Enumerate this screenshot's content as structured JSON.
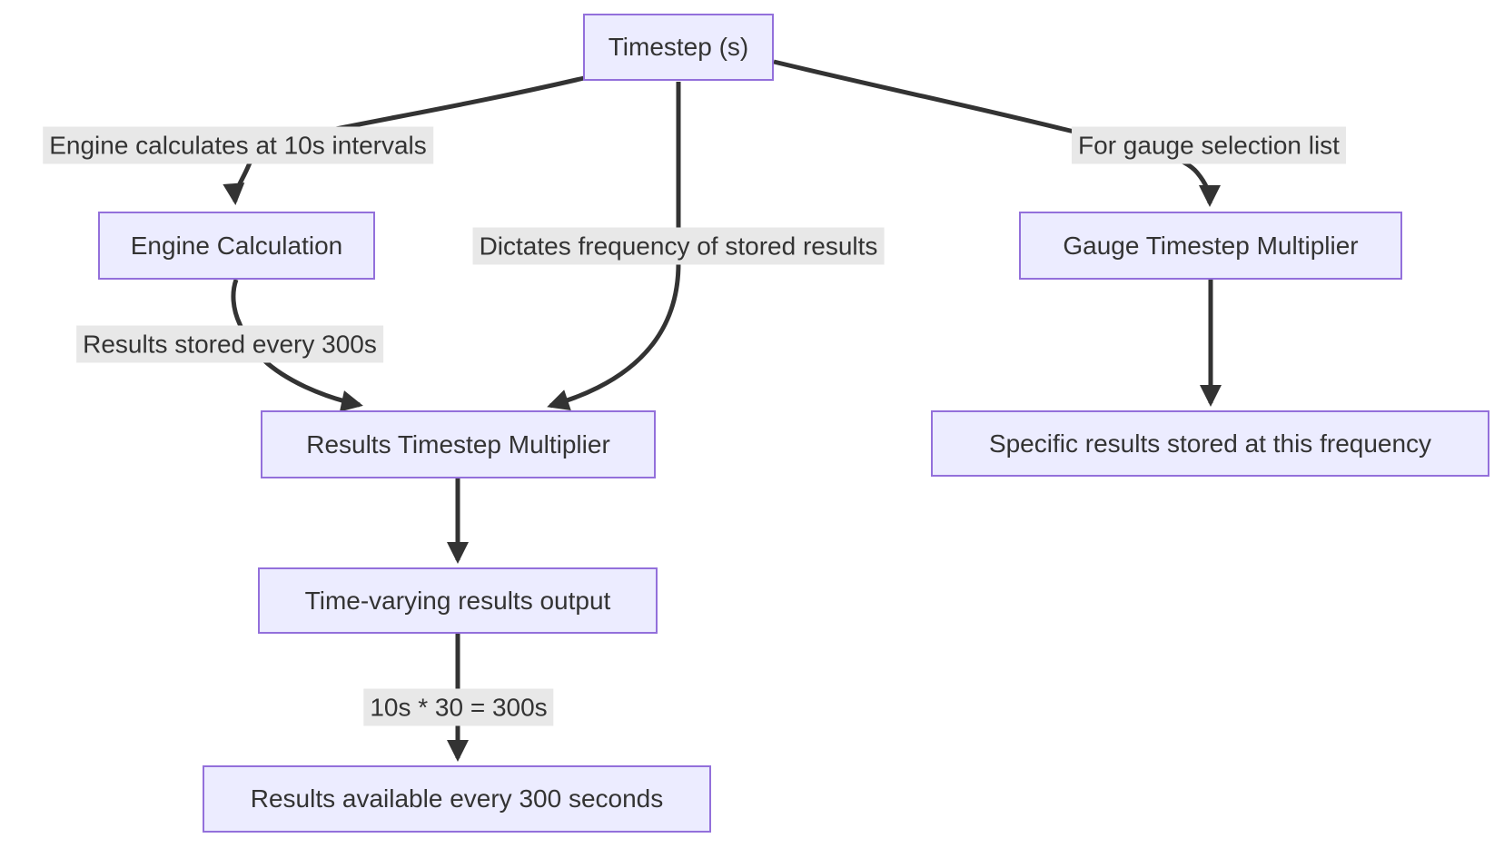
{
  "diagram": {
    "type": "flowchart",
    "direction": "top-down",
    "colors": {
      "node_fill": "#ECECFF",
      "node_border": "#9370DB",
      "edge_label_bg": "#e8e8e8",
      "text": "#333333",
      "line": "#333333",
      "background": "#ffffff"
    },
    "nodes": {
      "timestep": {
        "label": "Timestep (s)"
      },
      "engine_calculation": {
        "label": "Engine Calculation"
      },
      "gauge_multiplier": {
        "label": "Gauge Timestep Multiplier"
      },
      "results_multiplier": {
        "label": "Results Timestep Multiplier"
      },
      "specific_results": {
        "label": "Specific results stored at this frequency"
      },
      "time_varying": {
        "label": "Time-varying results output"
      },
      "results_available": {
        "label": "Results available every 300 seconds"
      }
    },
    "edges": [
      {
        "from": "timestep",
        "to": "engine_calculation",
        "label": "Engine calculates at 10s intervals"
      },
      {
        "from": "timestep",
        "to": "results_multiplier",
        "label": "Dictates frequency of stored results"
      },
      {
        "from": "timestep",
        "to": "gauge_multiplier",
        "label": "For gauge selection list"
      },
      {
        "from": "engine_calculation",
        "to": "results_multiplier",
        "label": "Results stored every 300s"
      },
      {
        "from": "gauge_multiplier",
        "to": "specific_results",
        "label": ""
      },
      {
        "from": "results_multiplier",
        "to": "time_varying",
        "label": ""
      },
      {
        "from": "time_varying",
        "to": "results_available",
        "label": "10s * 30 = 300s"
      }
    ]
  }
}
